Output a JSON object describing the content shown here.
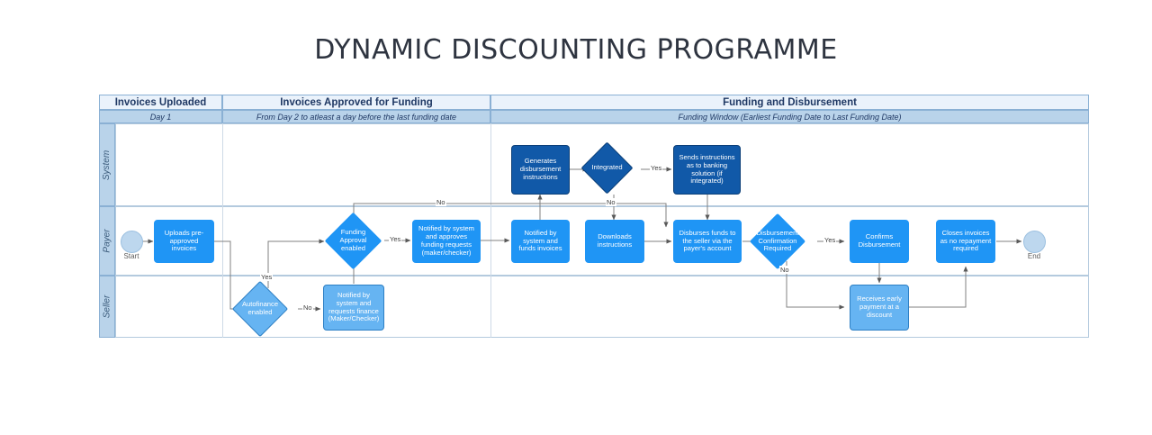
{
  "page": {
    "title": "DYNAMIC DISCOUNTING PROGRAMME"
  },
  "colors": {
    "system_fill": "#1159a8",
    "payer_fill": "#1f95f5",
    "seller_fill": "#66b4f2",
    "terminator_fill": "#bdd7ee",
    "phase_header_fill": "#eaf2fb",
    "phase_sub_fill": "#b9d3ea",
    "lane_label_fill": "#b9d3ea",
    "title_color": "#2e3440"
  },
  "phases": [
    {
      "name": "Invoices Uploaded",
      "timing": "Day 1"
    },
    {
      "name": "Invoices Approved for Funding",
      "timing": "From Day 2 to atleast a day before the last funding date"
    },
    {
      "name": "Funding and Disbursement",
      "timing": "Funding Window (Earliest Funding Date to Last Funding Date)"
    }
  ],
  "lanes": [
    {
      "name": "System"
    },
    {
      "name": "Payer"
    },
    {
      "name": "Seller"
    }
  ],
  "terminators": [
    {
      "id": "start",
      "label": "Start"
    },
    {
      "id": "end",
      "label": "End"
    }
  ],
  "nodes": [
    {
      "id": "generates-disbursement-instructions",
      "lane": "System",
      "type": "process",
      "label": "Generates disbursement instructions"
    },
    {
      "id": "integrated",
      "lane": "System",
      "type": "decision",
      "label": "Integrated"
    },
    {
      "id": "sends-instructions-banking-solution",
      "lane": "System",
      "type": "process",
      "label": "Sends instructions as to banking solution (if integrated)"
    },
    {
      "id": "uploads-pre-approved-invoices",
      "lane": "Payer",
      "type": "process",
      "label": "Uploads pre-approved invoices"
    },
    {
      "id": "funding-approval-enabled",
      "lane": "Payer",
      "type": "decision",
      "label": "Funding Approval enabled"
    },
    {
      "id": "notified-approves-funding-requests",
      "lane": "Payer",
      "type": "process",
      "label": "Notified by system and approves funding requests (maker/checker)"
    },
    {
      "id": "notified-and-funds-invoices",
      "lane": "Payer",
      "type": "process",
      "label": "Notified by system and funds invoices"
    },
    {
      "id": "downloads-instructions",
      "lane": "Payer",
      "type": "process",
      "label": "Downloads instructions"
    },
    {
      "id": "disburses-funds-to-seller",
      "lane": "Payer",
      "type": "process",
      "label": "Disburses funds to the seller via the payer's account"
    },
    {
      "id": "disbursement-confirmation-required",
      "lane": "Payer",
      "type": "decision",
      "label": "Disbursement Confirmation Required"
    },
    {
      "id": "confirms-disbursement",
      "lane": "Payer",
      "type": "process",
      "label": "Confirms Disbursement"
    },
    {
      "id": "closes-invoices-no-repayment",
      "lane": "Payer",
      "type": "process",
      "label": "Closes invoices as no repayment required"
    },
    {
      "id": "autofinance-enabled",
      "lane": "Seller",
      "type": "decision",
      "label": "Autofinance enabled"
    },
    {
      "id": "notified-requests-finance",
      "lane": "Seller",
      "type": "process",
      "label": "Notified by system and requests finance (Maker/Checker)"
    },
    {
      "id": "receives-early-payment",
      "lane": "Seller",
      "type": "process",
      "label": "Receives early payment at a discount"
    }
  ],
  "edge_labels": [
    {
      "id": "edge-integrated-yes",
      "text": "Yes"
    },
    {
      "id": "edge-integrated-no",
      "text": "No"
    },
    {
      "id": "edge-funding-approval-yes",
      "text": "Yes"
    },
    {
      "id": "edge-funding-approval-no",
      "text": "No"
    },
    {
      "id": "edge-autofinance-yes",
      "text": "Yes"
    },
    {
      "id": "edge-autofinance-no",
      "text": "No"
    },
    {
      "id": "edge-disb-confirm-yes",
      "text": "Yes"
    },
    {
      "id": "edge-disb-confirm-no",
      "text": "No"
    }
  ]
}
